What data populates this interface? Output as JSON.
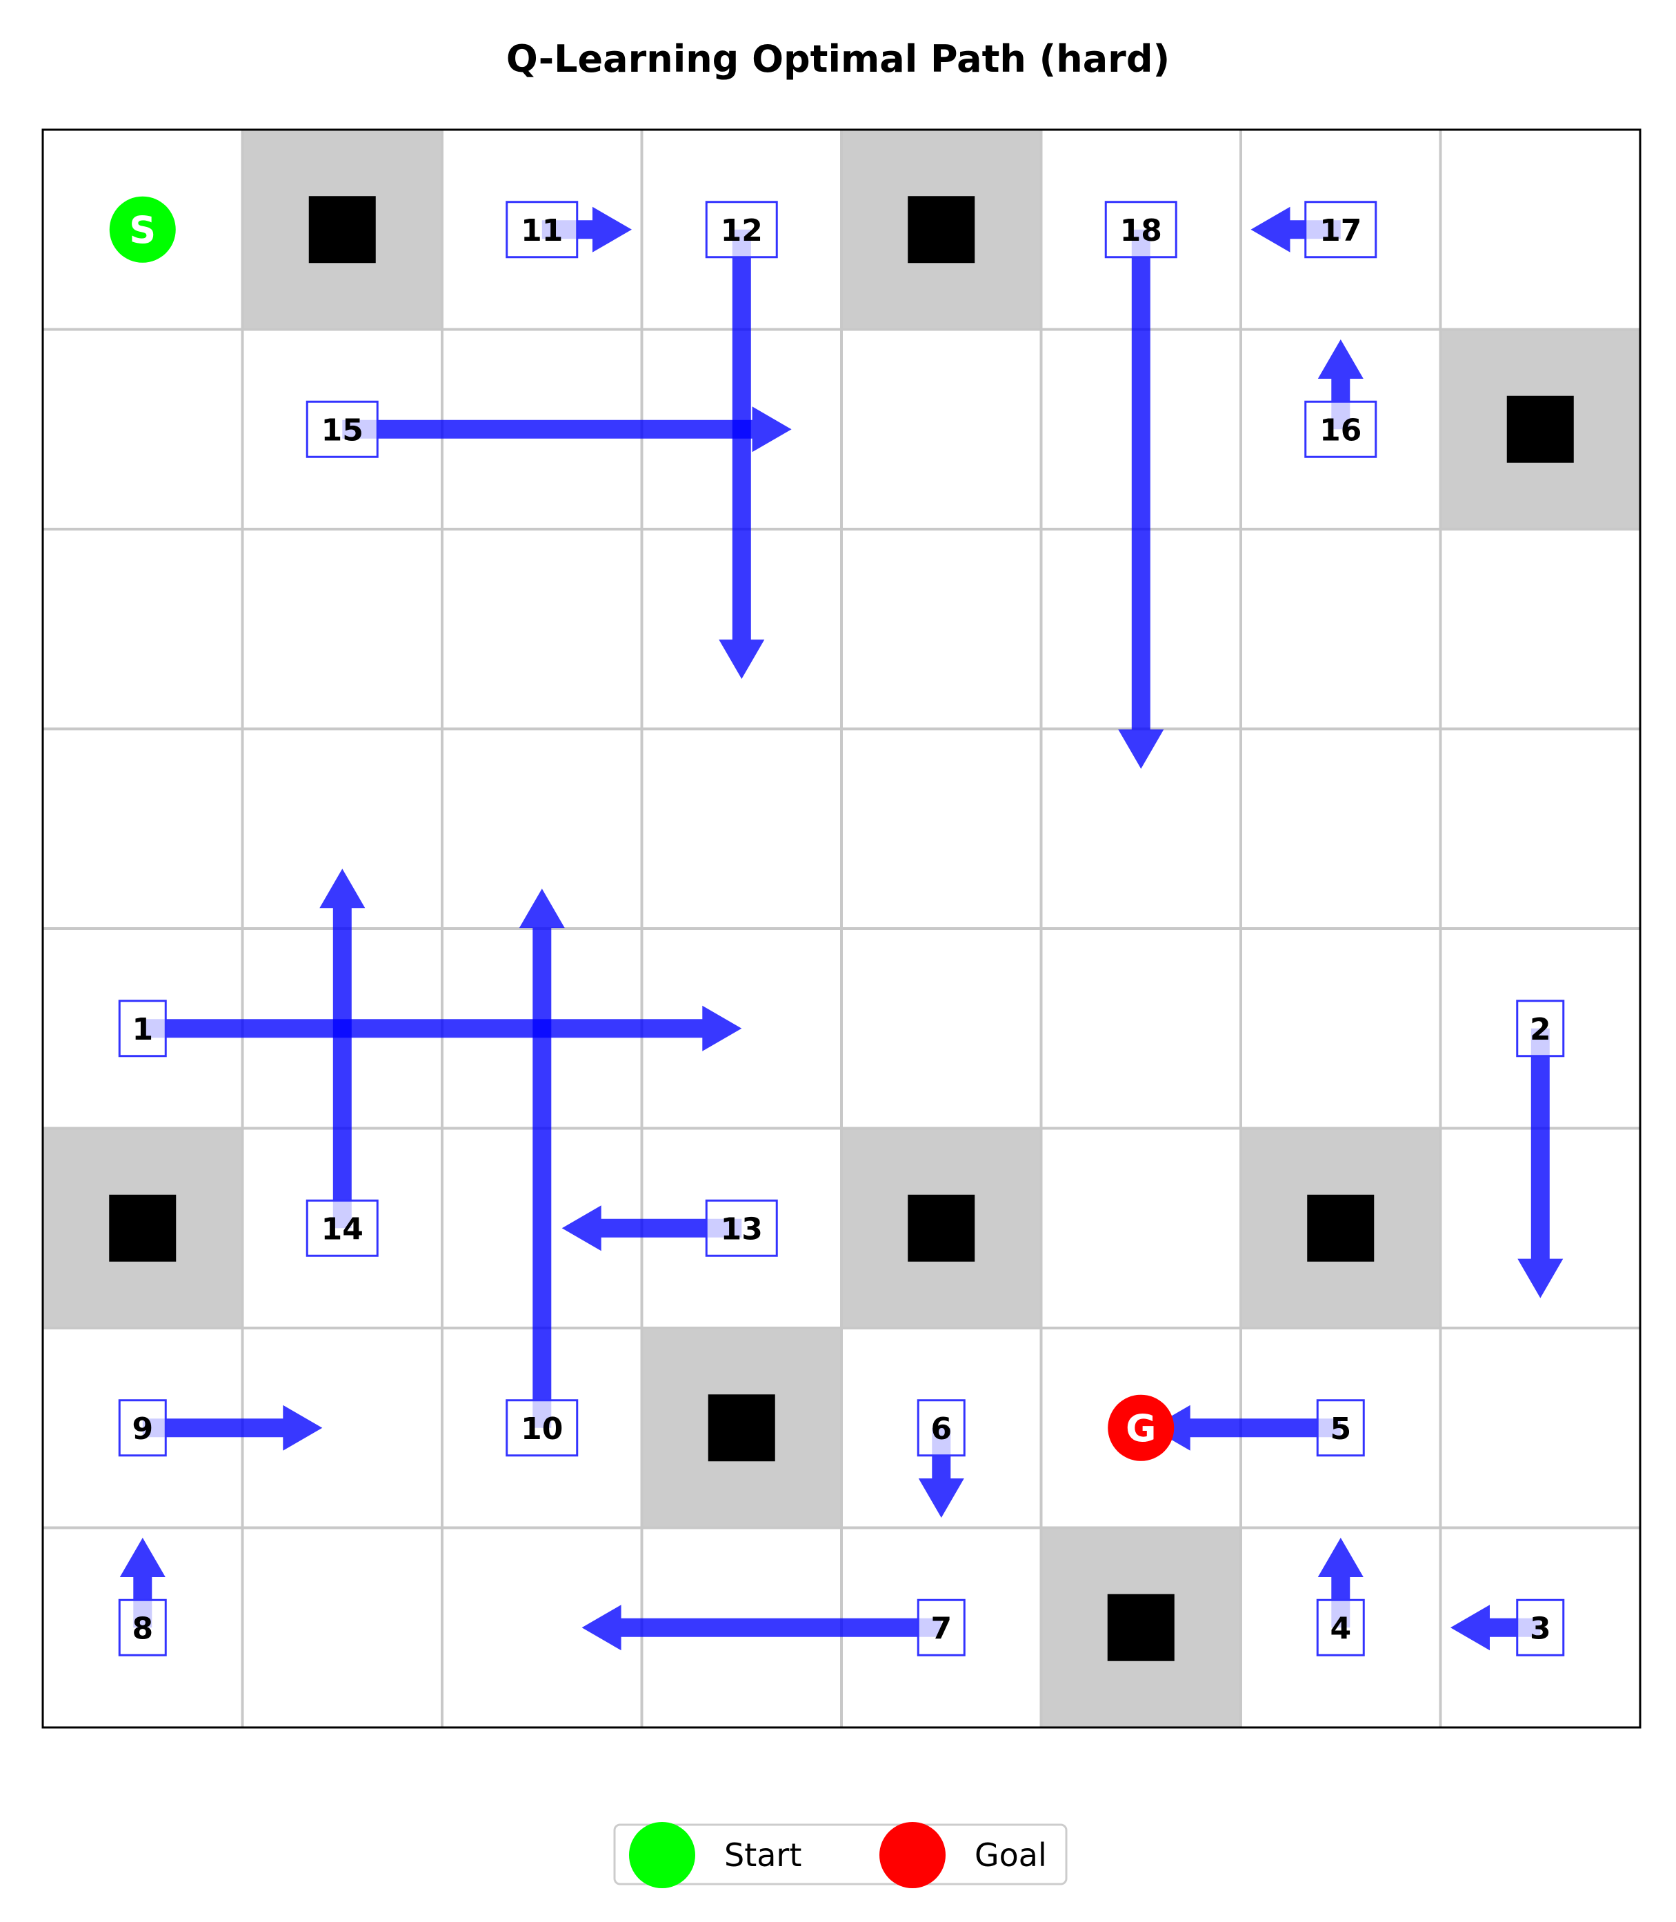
{
  "title": "Q-Learning Optimal Path (hard)",
  "grid": {
    "rows": 8,
    "cols": 8
  },
  "colors": {
    "obstacle_fill": "#cccccc",
    "obstacle_block": "#000000",
    "arrow": "#0000ff",
    "label_border": "#3333ff",
    "grid_line": "#c8c8c8",
    "start": "#00ff00",
    "goal": "#ff0000"
  },
  "start": {
    "row": 0,
    "col": 0,
    "label": "S"
  },
  "goal": {
    "row": 6,
    "col": 5,
    "label": "G"
  },
  "obstacles": [
    {
      "row": 0,
      "col": 1
    },
    {
      "row": 0,
      "col": 4
    },
    {
      "row": 1,
      "col": 7
    },
    {
      "row": 5,
      "col": 0
    },
    {
      "row": 5,
      "col": 4
    },
    {
      "row": 5,
      "col": 6
    },
    {
      "row": 6,
      "col": 3
    },
    {
      "row": 7,
      "col": 5
    }
  ],
  "steps": [
    {
      "label": "1",
      "row": 4,
      "col": 0,
      "direction": "right",
      "length": 3
    },
    {
      "label": "2",
      "row": 4,
      "col": 7,
      "direction": "down",
      "length": 1.35
    },
    {
      "label": "3",
      "row": 7,
      "col": 7,
      "direction": "left",
      "length": 0.45
    },
    {
      "label": "4",
      "row": 7,
      "col": 6,
      "direction": "up",
      "length": 0.45
    },
    {
      "label": "5",
      "row": 6,
      "col": 6,
      "direction": "left",
      "length": 0.95
    },
    {
      "label": "6",
      "row": 6,
      "col": 4,
      "direction": "down",
      "length": 0.45
    },
    {
      "label": "7",
      "row": 7,
      "col": 4,
      "direction": "left",
      "length": 1.8
    },
    {
      "label": "8",
      "row": 7,
      "col": 0,
      "direction": "up",
      "length": 0.45
    },
    {
      "label": "9",
      "row": 6,
      "col": 0,
      "direction": "right",
      "length": 0.9
    },
    {
      "label": "10",
      "row": 6,
      "col": 2,
      "direction": "up",
      "length": 2.7
    },
    {
      "label": "11",
      "row": 0,
      "col": 2,
      "direction": "right",
      "length": 0.45
    },
    {
      "label": "12",
      "row": 0,
      "col": 3,
      "direction": "down",
      "length": 2.25
    },
    {
      "label": "13",
      "row": 5,
      "col": 3,
      "direction": "left",
      "length": 0.9
    },
    {
      "label": "14",
      "row": 5,
      "col": 1,
      "direction": "up",
      "length": 1.8
    },
    {
      "label": "15",
      "row": 1,
      "col": 1,
      "direction": "right",
      "length": 2.25
    },
    {
      "label": "16",
      "row": 1,
      "col": 6,
      "direction": "up",
      "length": 0.45
    },
    {
      "label": "17",
      "row": 0,
      "col": 6,
      "direction": "left",
      "length": 0.45
    },
    {
      "label": "18",
      "row": 0,
      "col": 5,
      "direction": "down",
      "length": 2.7
    }
  ],
  "legend": [
    {
      "label": "Start",
      "color": "#00ff00"
    },
    {
      "label": "Goal",
      "color": "#ff0000"
    }
  ]
}
